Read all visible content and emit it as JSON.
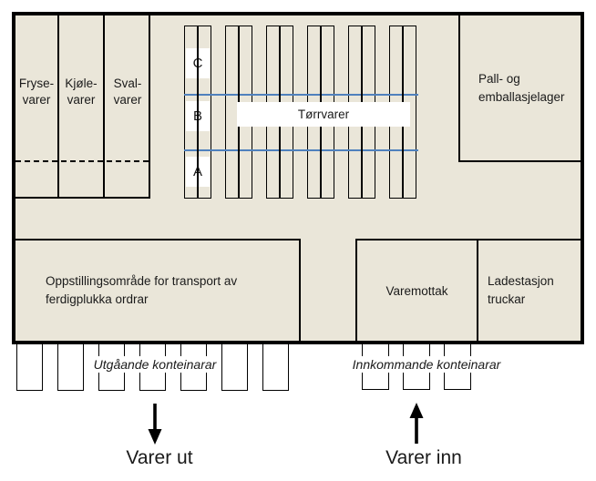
{
  "colors": {
    "floor": "#EAE6D9",
    "wall": "#000000",
    "aisle_line": "#4F81BD",
    "label_background": "#FFFFFF"
  },
  "warehouse": {
    "cold_rooms": [
      {
        "label": "Fryse-\nvarer"
      },
      {
        "label": "Kjøle-\nvarer"
      },
      {
        "label": "Sval-\nvarer"
      }
    ],
    "rack_count": 6,
    "shelf_labels": [
      "C",
      "B",
      "A"
    ],
    "dry_goods_label": "Tørrvarer",
    "pallet_store_label": "Pall- og\nemballasjelager",
    "staging_label": "Oppstillingsområde for transport av\nferdigplukka ordrar",
    "receiving_label": "Varemottak",
    "charging_label": "Ladestasjon\ntruckar"
  },
  "logistics": {
    "outbound_container_count": 7,
    "inbound_container_count": 3,
    "outbound_label": "Utgåande konteinarar",
    "inbound_label": "Innkommande konteinarar",
    "goods_out_label": "Varer ut",
    "goods_in_label": "Varer inn"
  }
}
